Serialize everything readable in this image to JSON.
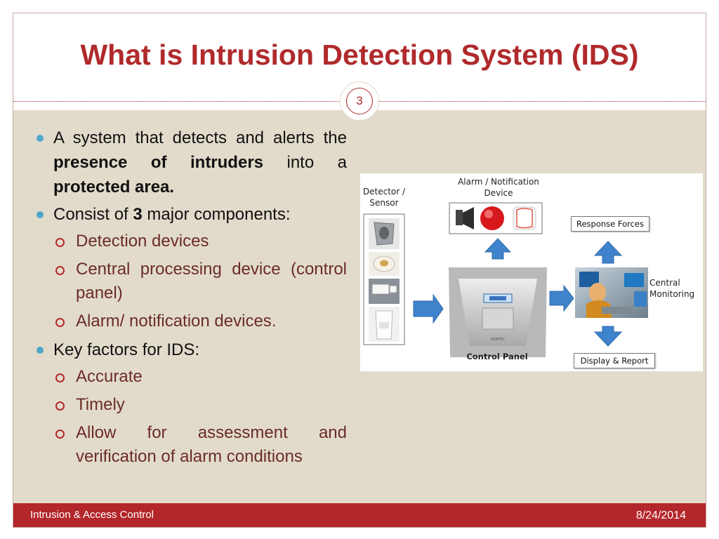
{
  "slide": {
    "title": "What is Intrusion Detection System (IDS)",
    "page_number": "3",
    "footer_left": "Intrusion & Access Control",
    "footer_right": "8/24/2014"
  },
  "bullets": {
    "b1_part1": "A system that detects and alerts the ",
    "b1_bold1": "presence of intruders",
    "b1_part2": " into a ",
    "b1_bold2": "protected area.",
    "b2_part1": "Consist of ",
    "b2_bold": "3",
    "b2_part2": " major components:",
    "components": [
      "Detection devices",
      "Central processing device (control panel)",
      "Alarm/ notification devices."
    ],
    "b3": "Key factors for IDS:",
    "factors": [
      "Accurate",
      "Timely",
      "Allow for assessment and verification of alarm conditions"
    ]
  },
  "diagram": {
    "detector_label_1": "Detector /",
    "detector_label_2": "Sensor",
    "alarm_label_1": "Alarm / Notification",
    "alarm_label_2": "Device",
    "response_forces": "Response Forces",
    "central_monitoring_1": "Central",
    "central_monitoring_2": "Monitoring",
    "control_panel": "Control Panel",
    "display_report": "Display & Report"
  },
  "colors": {
    "title": "#b02a2c",
    "footer": "#b3262a",
    "body_background": "#e2dbcb",
    "bullet_dot": "#4ea7c9",
    "sub_bullet_text": "#6b2c27",
    "arrow": "#3f83cc"
  }
}
